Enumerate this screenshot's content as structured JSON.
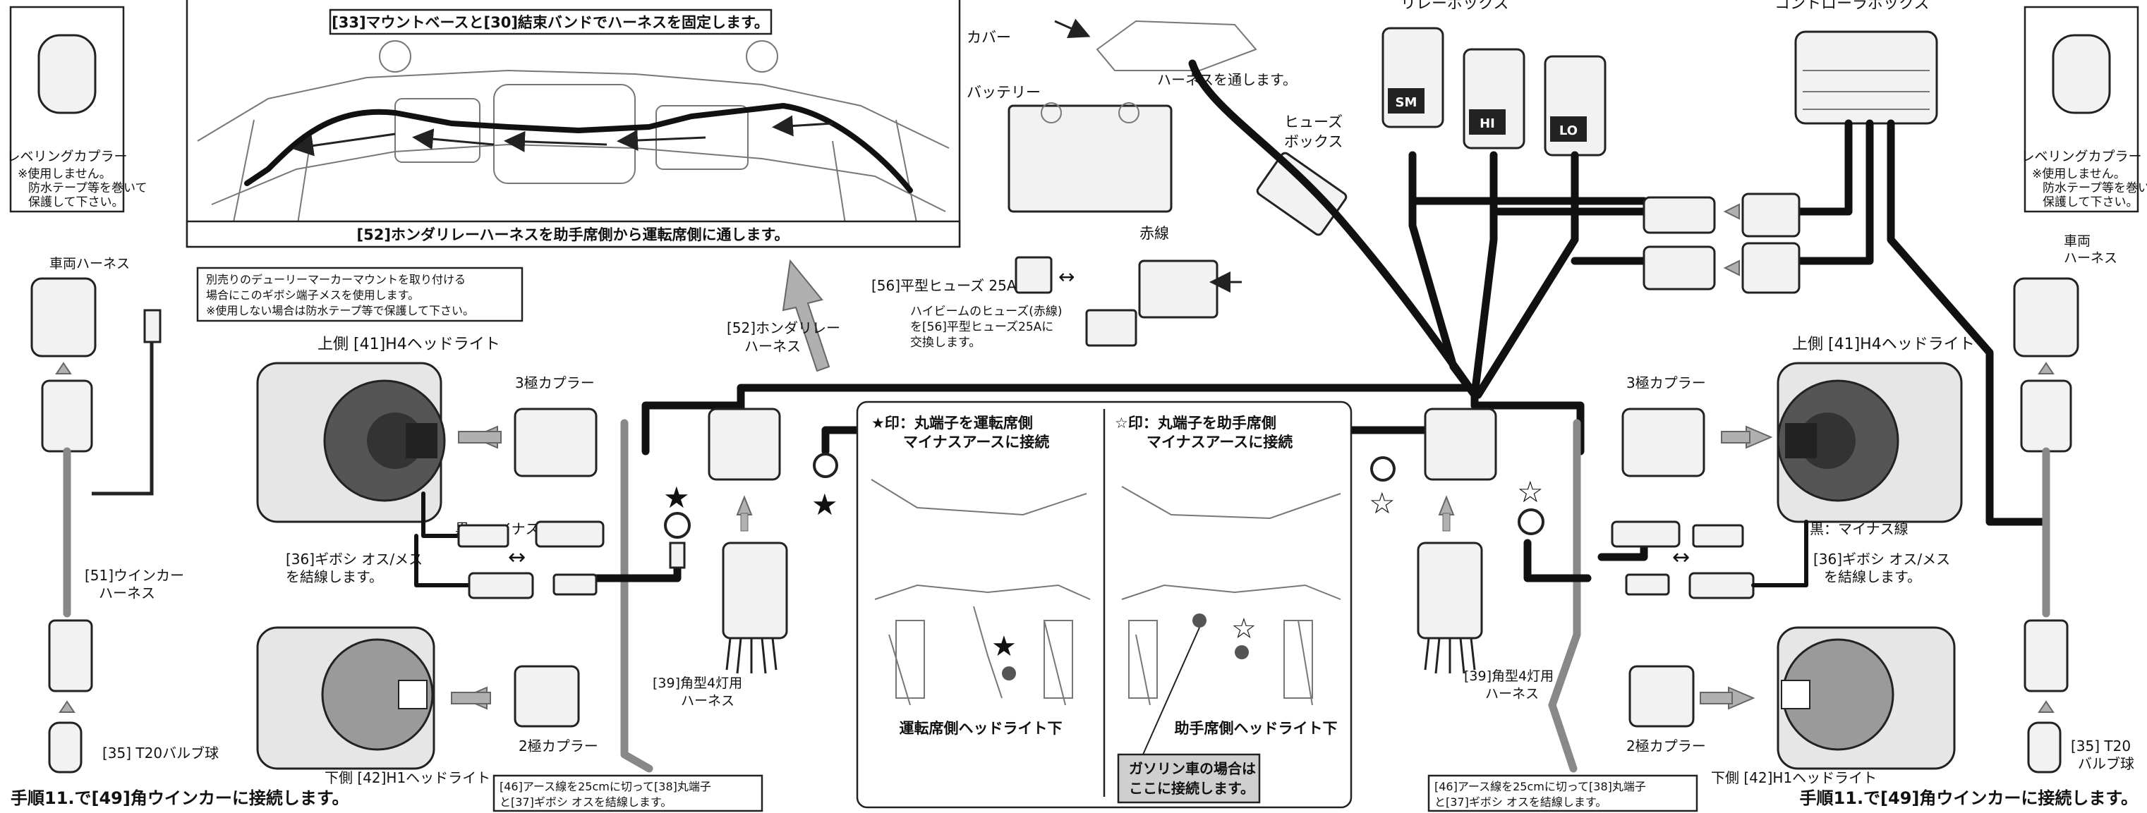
{
  "frame": {
    "mount_fix_note": "[33]マウントベースと[30]結束バンドでハーネスを固定します。",
    "honda_relay_route_note": "[52]ホンダリレーハーネスを助手席側から運転席側に通します。"
  },
  "engine_bay": {
    "cover_label": "カバー",
    "battery_label": "バッテリー",
    "harness_pass_note": "ハーネスを通します。",
    "fuse_box_label_line1": "ヒューズ",
    "fuse_box_label_line2": "ボックス",
    "red_wire_label": "赤線",
    "flat_fuse_label": "[56]平型ヒューズ 25A",
    "high_beam_fuse_note_line1": "ハイビームのヒューズ(赤線)",
    "high_beam_fuse_note_line2": "を[56]平型ヒューズ25Aに",
    "high_beam_fuse_note_line3": "交換します。",
    "honda_relay_harness_line1": "[52]ホンダリレー",
    "honda_relay_harness_line2": "ハーネス"
  },
  "relay_box": {
    "title": "リレーボックス",
    "relays": [
      "SM",
      "HI",
      "LO"
    ]
  },
  "controller_box": {
    "title": "コントローラボックス"
  },
  "left_side": {
    "leveling_coupler_title": "レベリングカプラー",
    "leveling_note_line1": "※使用しません。",
    "leveling_note_line2": "防水テープ等を巻いて",
    "leveling_note_line3": "保護して下さい。",
    "vehicle_harness": "車両ハーネス",
    "daymarker_note_line1": "別売りのデューリーマーカーマウントを取り付ける",
    "daymarker_note_line2": "場合にこのギボシ端子メスを使用します。",
    "daymarker_note_line3": "※使用しない場合は防水テープ等で保護して下さい。",
    "upper_headlight": "上側 [41]H4ヘッドライト",
    "three_pole_coupler": "3極カプラー",
    "black_minus_wire": "黒：マイナス線",
    "gibosi_note_line1": "[36]ギボシ オス/メス",
    "gibosi_note_line2": "を結線します。",
    "winker_harness_line1": "[51]ウインカー",
    "winker_harness_line2": "ハーネス",
    "t20_bulb": "[35] T20バルブ球",
    "two_pole_coupler": "2極カプラー",
    "lower_headlight": "下側 [42]H1ヘッドライト",
    "step11_note": "手順11.で[49]角ウインカーに接続します。",
    "square4_harness_line1": "[39]角型4灯用",
    "square4_harness_line2": "ハーネス",
    "ground_note_line1": "[46]アース線を25cmに切って[38]丸端子",
    "ground_note_line2": "と[37]ギボシ オスを結線します。",
    "star_symbol": "★"
  },
  "ground_panel": {
    "driver_title_line1": "★印：丸端子を運転席側",
    "driver_title_line2": "マイナスアースに接続",
    "passenger_title_line1": "☆印：丸端子を助手席側",
    "passenger_title_line2": "マイナスアースに接続",
    "driver_caption": "運転席側ヘッドライト下",
    "passenger_caption": "助手席側ヘッドライト下",
    "gasoline_note_line1": "ガソリン車の場合は",
    "gasoline_note_line2": "ここに接続します。",
    "filled_star": "★",
    "open_star": "☆"
  },
  "right_side": {
    "leveling_coupler_title": "レベリングカプラー",
    "leveling_note_line1": "※使用しません。",
    "leveling_note_line2": "防水テープ等を巻いて",
    "leveling_note_line3": "保護して下さい。",
    "vehicle_harness_line1": "車両",
    "vehicle_harness_line2": "ハーネス",
    "upper_headlight": "上側 [41]H4ヘッドライト",
    "three_pole_coupler": "3極カプラー",
    "black_minus_wire": "黒：マイナス線",
    "gibosi_note_line1": "[36]ギボシ オス/メス",
    "gibosi_note_line2": "を結線します。",
    "square4_harness_line1": "[39]角型4灯用",
    "square4_harness_line2": "ハーネス",
    "two_pole_coupler": "2極カプラー",
    "lower_headlight": "下側 [42]H1ヘッドライト",
    "t20_bulb_line1": "[35] T20",
    "t20_bulb_line2": "バルブ球",
    "step11_note": "手順11.で[49]角ウインカーに接続します。",
    "ground_note_line1": "[46]アース線を25cmに切って[38]丸端子",
    "ground_note_line2": "と[37]ギボシ オスを結線します。",
    "open_star": "☆"
  }
}
